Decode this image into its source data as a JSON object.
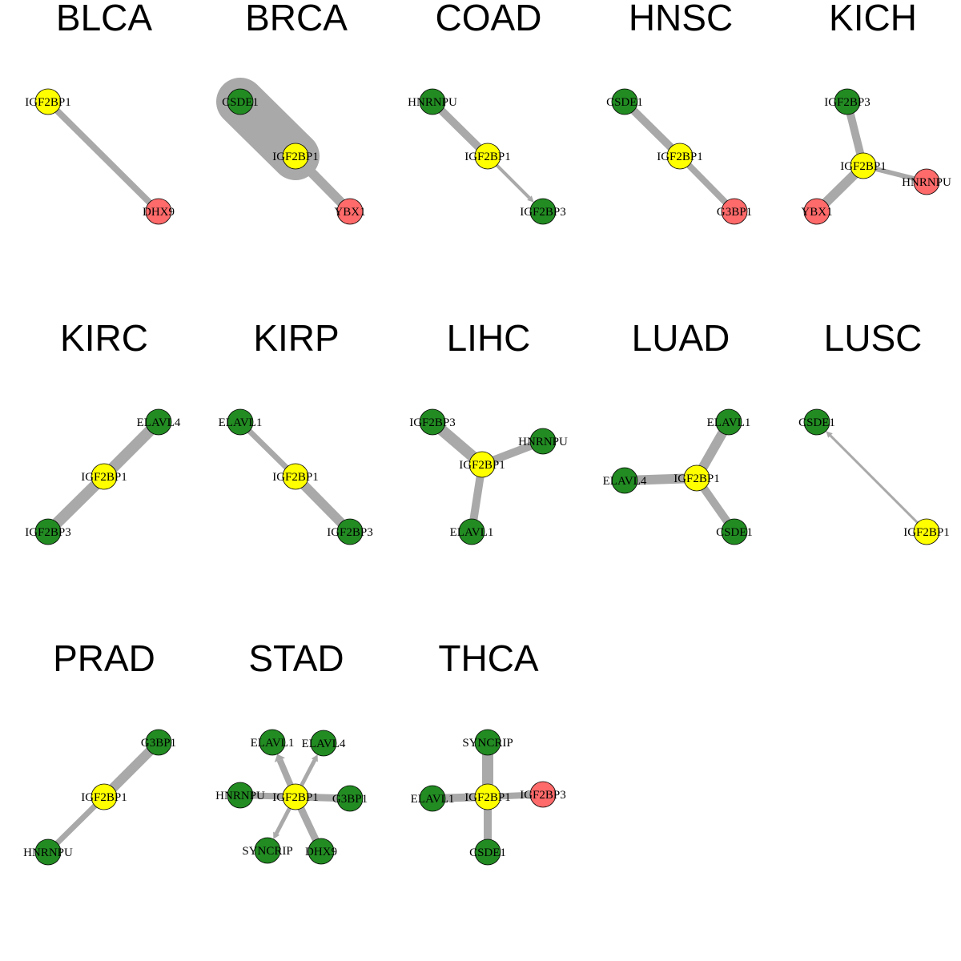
{
  "colors": {
    "green": "#228B22",
    "yellow": "#FFFF00",
    "red": "#FF6A6A",
    "edge": "#A9A9A9"
  },
  "panels": [
    {
      "title": "BLCA",
      "nodes": [
        {
          "id": "IGF2BP1",
          "color": "yellow"
        },
        {
          "id": "DHX9",
          "color": "red"
        }
      ],
      "edges": [
        {
          "from": "IGF2BP1",
          "to": "DHX9",
          "weight": 8
        }
      ]
    },
    {
      "title": "BRCA",
      "nodes": [
        {
          "id": "CSDE1",
          "color": "green"
        },
        {
          "id": "IGF2BP1",
          "color": "yellow"
        },
        {
          "id": "YBX1",
          "color": "red"
        }
      ],
      "edges": [
        {
          "from": "CSDE1",
          "to": "IGF2BP1",
          "weight": 60
        },
        {
          "from": "IGF2BP1",
          "to": "YBX1",
          "weight": 12
        }
      ]
    },
    {
      "title": "COAD",
      "nodes": [
        {
          "id": "HNRNPU",
          "color": "green"
        },
        {
          "id": "IGF2BP1",
          "color": "yellow"
        },
        {
          "id": "IGF2BP3",
          "color": "green"
        }
      ],
      "edges": [
        {
          "from": "HNRNPU",
          "to": "IGF2BP1",
          "weight": 10
        },
        {
          "from": "IGF2BP1",
          "to": "IGF2BP3",
          "weight": 4,
          "arrow": true
        }
      ]
    },
    {
      "title": "HNSC",
      "nodes": [
        {
          "id": "CSDE1",
          "color": "green"
        },
        {
          "id": "IGF2BP1",
          "color": "yellow"
        },
        {
          "id": "G3BP1",
          "color": "red"
        }
      ],
      "edges": [
        {
          "from": "CSDE1",
          "to": "IGF2BP1",
          "weight": 10
        },
        {
          "from": "IGF2BP1",
          "to": "G3BP1",
          "weight": 8
        }
      ]
    },
    {
      "title": "KICH",
      "nodes": [
        {
          "id": "IGF2BP3",
          "color": "green"
        },
        {
          "id": "IGF2BP1",
          "color": "yellow"
        },
        {
          "id": "HNRNPU",
          "color": "red"
        },
        {
          "id": "YBX1",
          "color": "red"
        }
      ],
      "edges": [
        {
          "from": "IGF2BP3",
          "to": "IGF2BP1",
          "weight": 10
        },
        {
          "from": "IGF2BP1",
          "to": "HNRNPU",
          "weight": 6
        },
        {
          "from": "IGF2BP1",
          "to": "YBX1",
          "weight": 12
        }
      ]
    },
    {
      "title": "KIRC",
      "nodes": [
        {
          "id": "ELAVL4",
          "color": "green"
        },
        {
          "id": "IGF2BP1",
          "color": "yellow"
        },
        {
          "id": "IGF2BP3",
          "color": "green"
        }
      ],
      "edges": [
        {
          "from": "ELAVL4",
          "to": "IGF2BP1",
          "weight": 14
        },
        {
          "from": "IGF2BP1",
          "to": "IGF2BP3",
          "weight": 14
        }
      ]
    },
    {
      "title": "KIRP",
      "nodes": [
        {
          "id": "ELAVL1",
          "color": "green"
        },
        {
          "id": "IGF2BP1",
          "color": "yellow"
        },
        {
          "id": "IGF2BP3",
          "color": "green"
        }
      ],
      "edges": [
        {
          "from": "ELAVL1",
          "to": "IGF2BP1",
          "weight": 7
        },
        {
          "from": "IGF2BP1",
          "to": "IGF2BP3",
          "weight": 12
        }
      ]
    },
    {
      "title": "LIHC",
      "nodes": [
        {
          "id": "IGF2BP3",
          "color": "green"
        },
        {
          "id": "HNRNPU",
          "color": "green"
        },
        {
          "id": "IGF2BP1",
          "color": "yellow"
        },
        {
          "id": "ELAVL1",
          "color": "green"
        }
      ],
      "edges": [
        {
          "from": "IGF2BP3",
          "to": "IGF2BP1",
          "weight": 14
        },
        {
          "from": "IGF2BP1",
          "to": "HNRNPU",
          "weight": 10
        },
        {
          "from": "IGF2BP1",
          "to": "ELAVL1",
          "weight": 10
        }
      ]
    },
    {
      "title": "LUAD",
      "nodes": [
        {
          "id": "ELAVL1",
          "color": "green"
        },
        {
          "id": "ELAVL4",
          "color": "green"
        },
        {
          "id": "IGF2BP1",
          "color": "yellow"
        },
        {
          "id": "CSDE1",
          "color": "green"
        }
      ],
      "edges": [
        {
          "from": "IGF2BP1",
          "to": "ELAVL1",
          "weight": 12
        },
        {
          "from": "ELAVL4",
          "to": "IGF2BP1",
          "weight": 12
        },
        {
          "from": "IGF2BP1",
          "to": "CSDE1",
          "weight": 10
        }
      ]
    },
    {
      "title": "LUSC",
      "nodes": [
        {
          "id": "CSDE1",
          "color": "green"
        },
        {
          "id": "IGF2BP1",
          "color": "yellow"
        }
      ],
      "edges": [
        {
          "from": "IGF2BP1",
          "to": "CSDE1",
          "weight": 3,
          "arrow": true
        }
      ]
    },
    {
      "title": "PRAD",
      "nodes": [
        {
          "id": "G3BP1",
          "color": "green"
        },
        {
          "id": "IGF2BP1",
          "color": "yellow"
        },
        {
          "id": "HNRNPU",
          "color": "green"
        }
      ],
      "edges": [
        {
          "from": "G3BP1",
          "to": "IGF2BP1",
          "weight": 12
        },
        {
          "from": "IGF2BP1",
          "to": "HNRNPU",
          "weight": 7
        }
      ]
    },
    {
      "title": "STAD",
      "nodes": [
        {
          "id": "ELAVL1",
          "color": "green"
        },
        {
          "id": "ELAVL4",
          "color": "green"
        },
        {
          "id": "HNRNPU",
          "color": "green"
        },
        {
          "id": "IGF2BP1",
          "color": "yellow"
        },
        {
          "id": "G3BP1",
          "color": "green"
        },
        {
          "id": "SYNCRIP",
          "color": "green"
        },
        {
          "id": "DHX9",
          "color": "green"
        }
      ],
      "edges": [
        {
          "from": "IGF2BP1",
          "to": "ELAVL1",
          "weight": 8,
          "arrow": true
        },
        {
          "from": "IGF2BP1",
          "to": "ELAVL4",
          "weight": 5,
          "arrow": true
        },
        {
          "from": "HNRNPU",
          "to": "IGF2BP1",
          "weight": 8
        },
        {
          "from": "IGF2BP1",
          "to": "G3BP1",
          "weight": 9
        },
        {
          "from": "IGF2BP1",
          "to": "SYNCRIP",
          "weight": 5,
          "arrow": true
        },
        {
          "from": "IGF2BP1",
          "to": "DHX9",
          "weight": 9
        }
      ]
    },
    {
      "title": "THCA",
      "nodes": [
        {
          "id": "SYNCRIP",
          "color": "green"
        },
        {
          "id": "ELAVL1",
          "color": "green"
        },
        {
          "id": "IGF2BP1",
          "color": "yellow"
        },
        {
          "id": "IGF2BP3",
          "color": "red"
        },
        {
          "id": "CSDE1",
          "color": "green"
        }
      ],
      "edges": [
        {
          "from": "SYNCRIP",
          "to": "IGF2BP1",
          "weight": 14
        },
        {
          "from": "ELAVL1",
          "to": "IGF2BP1",
          "weight": 10
        },
        {
          "from": "IGF2BP1",
          "to": "IGF2BP3",
          "weight": 8
        },
        {
          "from": "IGF2BP1",
          "to": "CSDE1",
          "weight": 10
        }
      ]
    }
  ]
}
